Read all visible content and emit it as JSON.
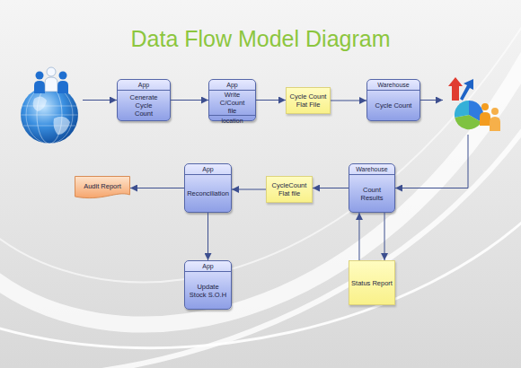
{
  "diagram": {
    "title": "Data Flow Model Diagram",
    "nodes": [
      {
        "text": [
          "App",
          "Cenerate Cycle Count"
        ]
      },
      {
        "text": [
          "App",
          "Write C/Count file",
          "location"
        ]
      },
      {
        "text": [
          "Cycle Count Flat File"
        ]
      },
      {
        "text": [
          "Warehouse",
          "Cycle Count"
        ]
      },
      {
        "text": [
          "Warehouse",
          "Count Results"
        ]
      },
      {
        "text": [
          "CycleCount Flat file"
        ]
      },
      {
        "text": [
          "App",
          "Reconciliation"
        ]
      },
      {
        "text": [
          "Audit Report"
        ]
      },
      {
        "text": [
          "App",
          "Update Stock S.O.H"
        ]
      },
      {
        "text": [
          "Status Report"
        ]
      }
    ],
    "edges": [
      {
        "from": 0,
        "to": 1,
        "arrow": "to"
      },
      {
        "from": 1,
        "to": 2,
        "arrow": "to"
      },
      {
        "from": 2,
        "to": 3,
        "arrow": "to"
      },
      {
        "from": 4,
        "to": 5,
        "arrow": "to"
      },
      {
        "from": 5,
        "to": 6,
        "arrow": "to"
      },
      {
        "from": 6,
        "to": 7,
        "arrow": "to"
      },
      {
        "from": 6,
        "to": 8,
        "arrow": "to"
      },
      {
        "from": 4,
        "to": 9,
        "arrow": "to"
      },
      {
        "from": 9,
        "to": 4,
        "arrow": "to"
      }
    ]
  }
}
